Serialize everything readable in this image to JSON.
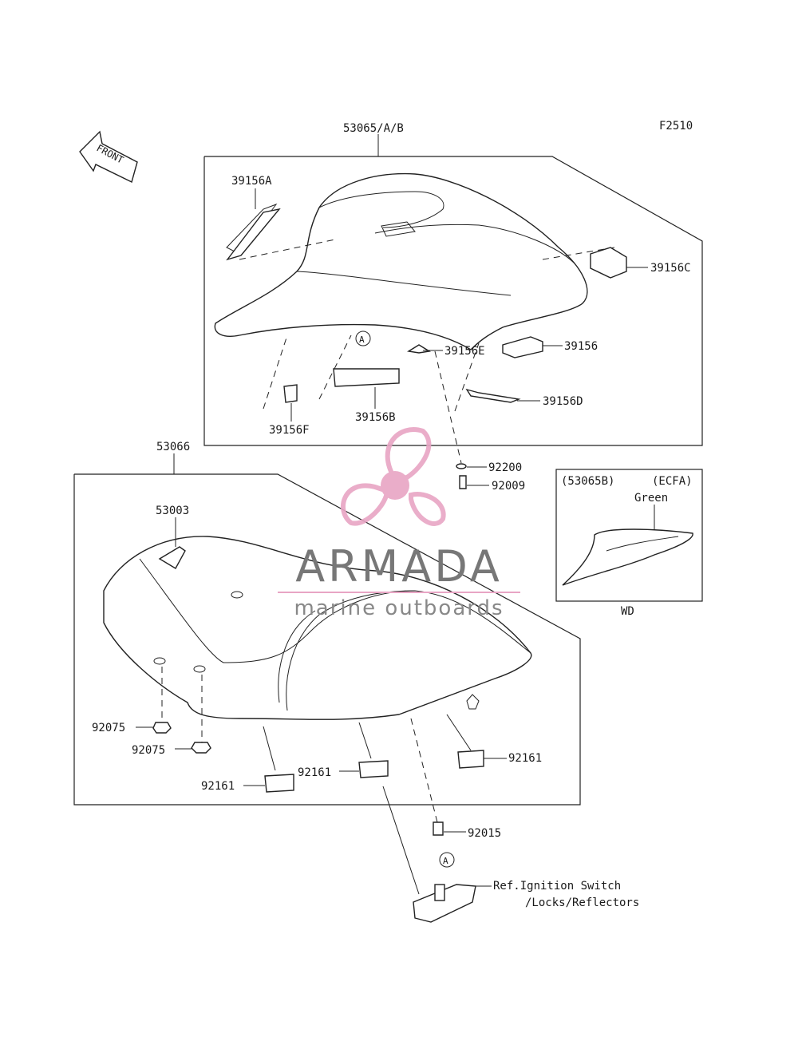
{
  "diagram": {
    "figure_code": "F2510",
    "front_label": "FRONT",
    "callouts": {
      "seat_cover_assy": "53065/A/B",
      "seat_assy": "53066",
      "pad_a": "39156A",
      "pad_c": "39156C",
      "pad_e": "39156E",
      "pad": "39156",
      "pad_d": "39156D",
      "pad_b": "39156B",
      "pad_f": "39156F",
      "collar": "92200",
      "bolt": "92009",
      "base": "53003",
      "nut_1": "92075",
      "nut_2": "92075",
      "damper_1": "92161",
      "damper_2": "92161",
      "damper_3": "92161",
      "bolt_2": "92015",
      "ref_line1": "Ref.Ignition Switch",
      "ref_line2": "/Locks/Reflectors",
      "circle_a_upper": "A",
      "circle_a_lower": "A"
    },
    "inset": {
      "variant": "(53065B)",
      "market": "(ECFA)",
      "color": "Green",
      "model": "WD"
    }
  },
  "watermark": {
    "brand": "ARMADA",
    "tagline": "marine outboards",
    "color": "#e8a5c4"
  }
}
